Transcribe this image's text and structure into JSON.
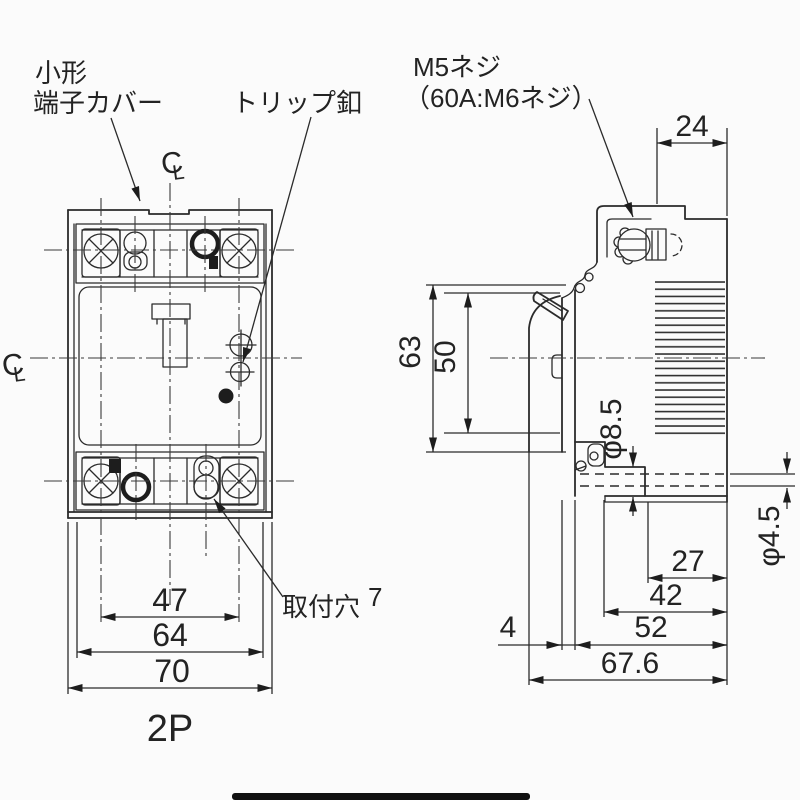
{
  "colors": {
    "ink": "#2b2b2b",
    "paper": "#fbfbfb",
    "bar": "#111111"
  },
  "front_view": {
    "pole_label": "2P",
    "centerline_symbol": {
      "c": "C",
      "l": "L"
    },
    "labels": {
      "terminal_cover_1": "小形",
      "terminal_cover_2": "端子カバー",
      "trip_button": "トリップ釦",
      "mounting_hole": "取付穴",
      "mounting_hole_size": "7"
    },
    "dims": {
      "pitch": "47",
      "body": "64",
      "overall": "70"
    }
  },
  "side_view": {
    "labels": {
      "screw_1": "M5ネジ",
      "screw_2": "（60A:M6ネジ）"
    },
    "dims": {
      "terminal_depth": "24",
      "front_height": "63",
      "window_height": "50",
      "counterbore": "φ8.5",
      "mounting_hole": "φ4.5",
      "hole_offset": "27",
      "foot_depth": "42",
      "cover_gap": "4",
      "body_depth": "52",
      "overall_depth": "67.6"
    }
  }
}
